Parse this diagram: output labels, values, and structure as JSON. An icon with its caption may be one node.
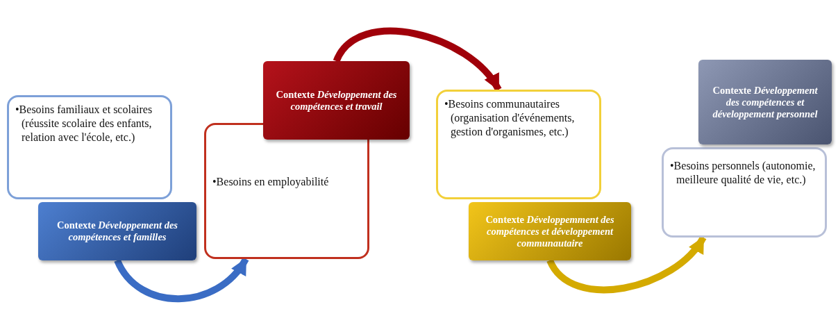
{
  "diagram": {
    "nodes": [
      {
        "text": [
          "•Besoins familiaux et scolaires (réussite scolaire des enfants, relation avec l'école, etc.)"
        ]
      },
      {
        "text": [
          "Contexte *Développement des compétences et familles*"
        ]
      },
      {
        "text": [
          "Contexte *Développement des compétences et travail*"
        ]
      },
      {
        "text": [
          "•Besoins en employabilité"
        ]
      },
      {
        "text": [
          "•Besoins communautaires (organisation d'événements, gestion d'organismes, etc.)"
        ]
      },
      {
        "text": [
          "Contexte *Développemment des compétences et développement communautaire*"
        ]
      },
      {
        "text": [
          "Contexte *Développement des compétences et développement personnel*"
        ]
      },
      {
        "text": [
          "•Besoins personnels (autonomie, meilleure qualité de vie, etc.)"
        ]
      }
    ],
    "edges": [
      {
        "from": 1,
        "to": 3,
        "arrow": "to",
        "color": "#3a6cc4"
      },
      {
        "from": 2,
        "to": 4,
        "arrow": "to",
        "color": "#a0000a"
      },
      {
        "from": 5,
        "to": 7,
        "arrow": "to",
        "color": "#d4aa00"
      }
    ]
  }
}
